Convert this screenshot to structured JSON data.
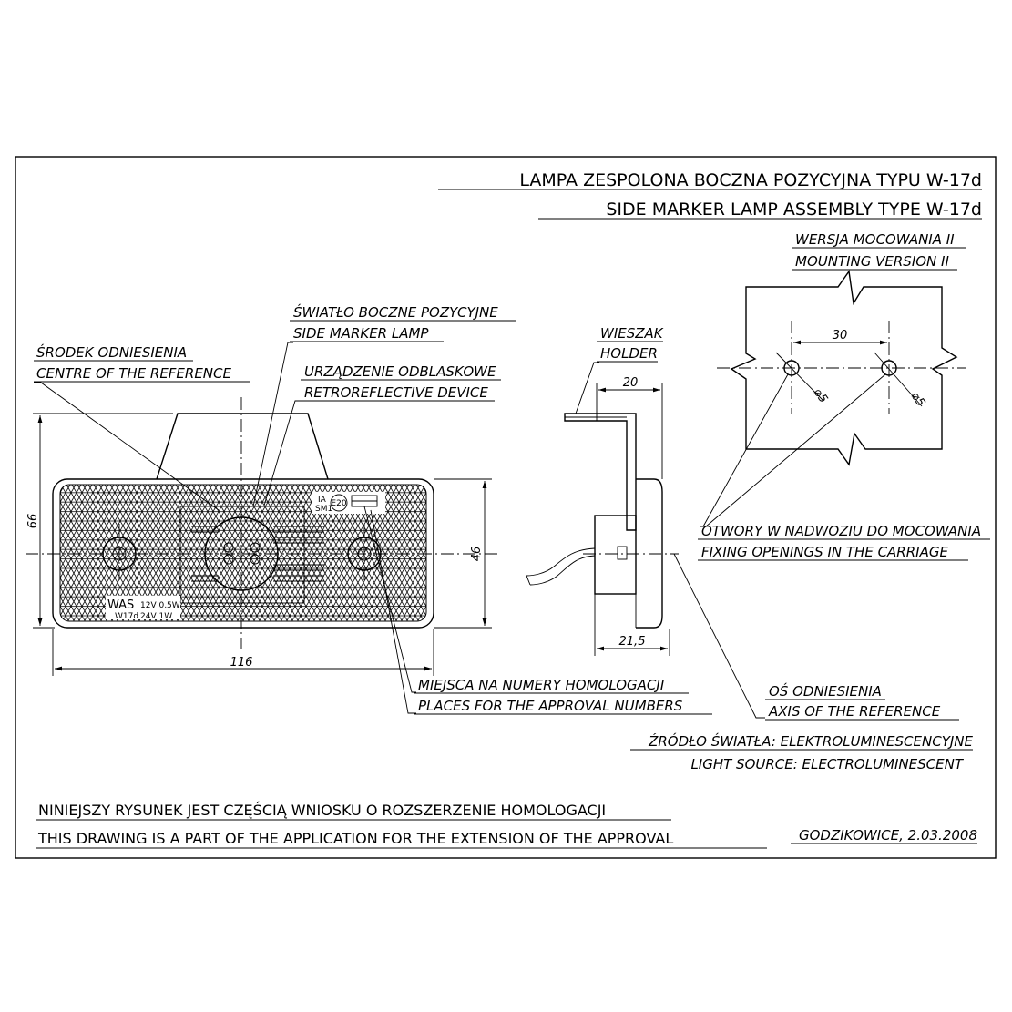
{
  "title": {
    "line1": "LAMPA ZESPOLONA BOCZNA POZYCYJNA TYPU W-17d",
    "line2": "SIDE MARKER LAMP ASSEMBLY TYPE W-17d"
  },
  "labels": {
    "mounting_pl": "WERSJA MOCOWANIA II",
    "mounting_en": "MOUNTING VERSION II",
    "side_lamp_pl": "ŚWIATŁO BOCZNE POZYCYJNE",
    "side_lamp_en": "SIDE MARKER LAMP",
    "centre_pl": "ŚRODEK ODNIESIENIA",
    "centre_en": "CENTRE OF THE REFERENCE",
    "retro_pl": "URZĄDZENIE ODBLASKOWE",
    "retro_en": "RETROREFLECTIVE DEVICE",
    "holder_pl": "WIESZAK",
    "holder_en": "HOLDER",
    "fixing_pl": "OTWORY W NADWOZIU DO MOCOWANIA",
    "fixing_en": "FIXING OPENINGS IN THE CARRIAGE",
    "approval_pl": "MIEJSCA NA NUMERY HOMOLOGACJI",
    "approval_en": "PLACES FOR THE APPROVAL NUMBERS",
    "axis_pl": "OŚ ODNIESIENIA",
    "axis_en": "AXIS OF THE REFERENCE",
    "source_pl": "ŹRÓDŁO ŚWIATŁA: ELEKTROLUMINESCENCYJNE",
    "source_en": "LIGHT SOURCE: ELECTROLUMINESCENT"
  },
  "dimensions": {
    "width": "116",
    "height_outer": "66",
    "height_inner": "46",
    "holder_width": "20",
    "depth": "21,5",
    "hole_spacing": "30",
    "hole_dia_1": "⌀5",
    "hole_dia_2": "⌀5"
  },
  "lamp_markings": {
    "mark_ia": "IA",
    "mark_sm1": "SM1",
    "mark_e20": "E20",
    "was": "WAS",
    "model": "W17d",
    "volt12": "12V 0,5W",
    "volt24": "24V 1W"
  },
  "footer": {
    "statement_pl": "NINIEJSZY RYSUNEK JEST CZĘŚCIĄ WNIOSKU O ROZSZERZENIE HOMOLOGACJI",
    "statement_en": "THIS DRAWING IS A PART OF THE APPLICATION FOR THE EXTENSION OF THE APPROVAL",
    "place_date": "GODZIKOWICE, 2.03.2008"
  }
}
